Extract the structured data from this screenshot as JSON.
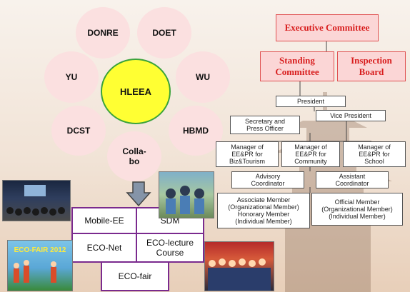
{
  "network": {
    "center": "HLEEA",
    "partners": [
      "DONRE",
      "DOET",
      "WU",
      "HBMD",
      "Colla-\nbo",
      "DCST",
      "YU"
    ]
  },
  "org": {
    "executive": "Executive Committee",
    "standing": "Standing\nCommittee",
    "inspection": "Inspection\nBoard",
    "president": "President",
    "vice_president": "Vice President",
    "secretary": "Secretary and\nPress Officer",
    "managers": [
      "Manager of\nEE&PR for\nBiz&Tourism",
      "Manager of\nEE&PR for\nCommunity",
      "Manager of\nEE&PR for\nSchool"
    ],
    "advisory": "Advisory\nCoordinator",
    "assistant": "Assistant\nCoordinator",
    "associate": "Associate Member\n(Organizational Member)\nHonorary Member\n(Individual Member)",
    "official": "Official Member\n(Organizational Member)\n(Individual Member)"
  },
  "activities": {
    "mobile_ee": "Mobile-EE",
    "sdm": "SDM",
    "eco_net": "ECO-Net",
    "eco_lecture": "ECO-lecture\nCourse",
    "eco_fair": "ECO-fair"
  },
  "photos": {
    "eco_fair_banner": "ECO-FAIR 2012"
  },
  "colors": {
    "circle_fill": "#fbe0e0",
    "center_fill": "#ffff33",
    "center_border": "#3aa33a",
    "committee_text": "#d81e1e",
    "activity_border": "#7a2a8e"
  }
}
